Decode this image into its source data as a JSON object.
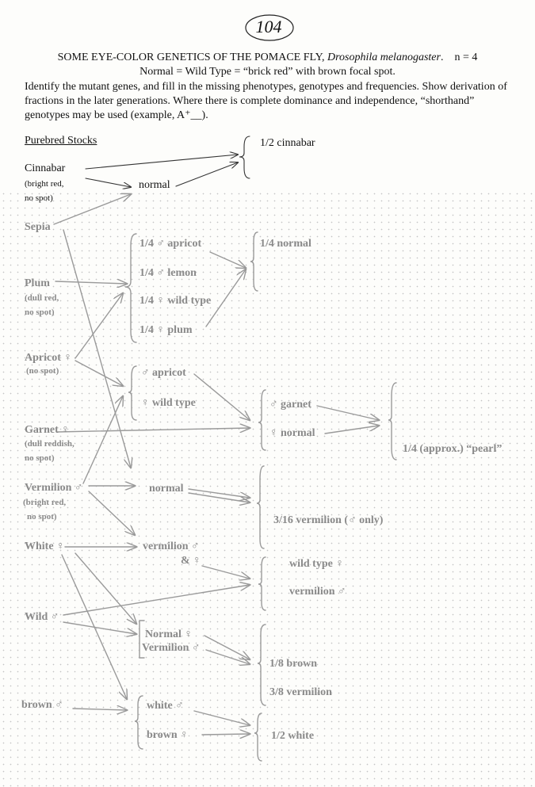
{
  "page_number": "104",
  "title": {
    "main": "SOME EYE-COLOR GENETICS OF THE POMACE FLY, ",
    "species": "Drosophila melanogaster",
    "suffix": ".",
    "n": "n = 4"
  },
  "subtitle": "Normal = Wild Type = “brick red” with brown focal spot.",
  "instructions": "Identify the mutant genes, and fill in the missing phenotypes, genotypes and frequencies. Show derivation of fractions in the later generations.  Where there is complete dominance and independence, “shorthand” genotypes may be used (example,  A⁺__).",
  "section_heading": "Purebred Stocks",
  "stocks": {
    "cinnabar": "Cinnabar",
    "cinnabar_desc1": "(bright red,",
    "cinnabar_desc2": "no spot)",
    "sepia": "Sepia",
    "plum": "Plum",
    "plum_desc1": "(dull red,",
    "plum_desc2": "no spot)",
    "apricot": "Apricot ♀",
    "apricot_desc": "(no spot)",
    "garnet": "Garnet ♀",
    "garnet_desc1": "(dull reddish,",
    "garnet_desc2": "no spot)",
    "vermilion": "Vermilion ♂",
    "vermilion_desc1": "(bright red,",
    "vermilion_desc2": "no spot)",
    "white": "White ♀",
    "wild": "Wild ♂",
    "brown": "brown ♂"
  },
  "crosses": {
    "c1_f1": "normal",
    "c1_f2": "1/2  cinnabar",
    "c2_f1": [
      "1/4  ♂ apricot",
      "1/4  ♂ lemon",
      "1/4  ♀ wild type",
      "1/4  ♀ plum"
    ],
    "c2_f2": "1/4 normal",
    "c3_f1": [
      "♂ apricot",
      "♀ wild type"
    ],
    "c3_f2": [
      "♂ garnet",
      "♀ normal"
    ],
    "c3_f3": "1/4 (approx.) “pearl”",
    "c4_f1": "normal",
    "c4_f2": "3/16 vermilion (♂ only)",
    "c5_f1a": "vermilion ♂",
    "c5_f1b": "& ♀",
    "c5_f2": [
      "wild type ♀",
      "vermilion ♂"
    ],
    "c6_f1": [
      "Normal ♀",
      "Vermilion ♂"
    ],
    "c6_f2": [
      "1/8 brown",
      "3/8 vermilion"
    ],
    "c7_f1": [
      "white ♂",
      "brown ♀"
    ],
    "c7_f2": "1/2 white"
  }
}
